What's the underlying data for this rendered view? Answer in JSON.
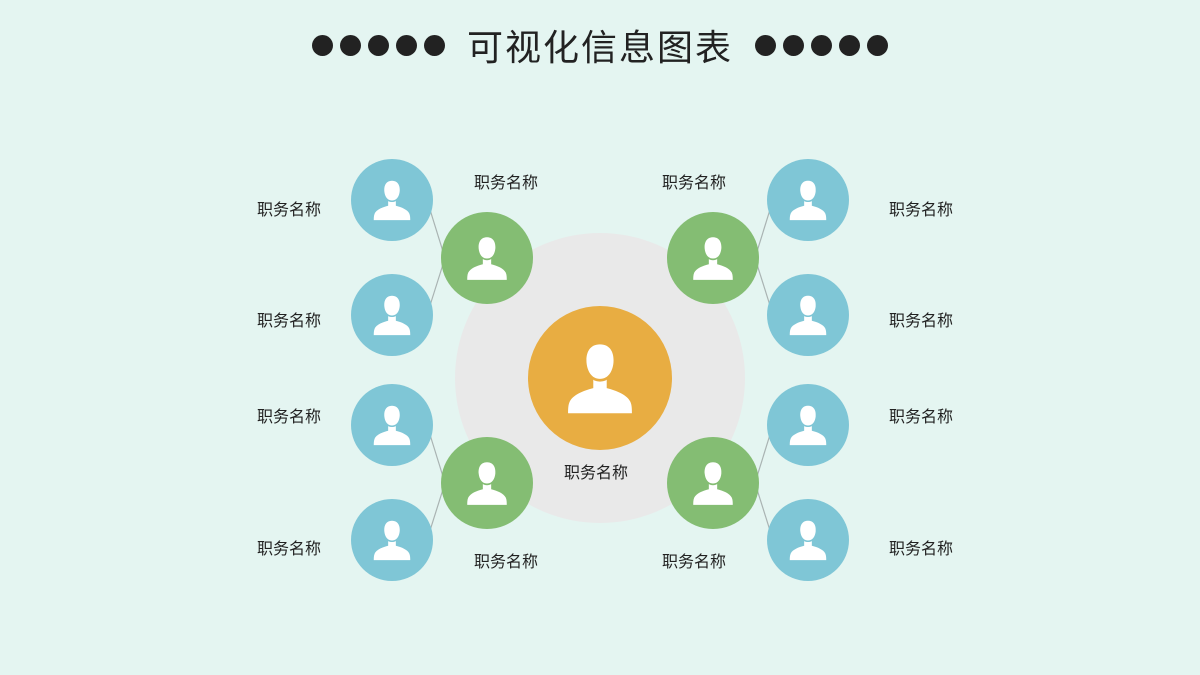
{
  "title": "可视化信息图表",
  "colors": {
    "background": "#e4f5f1",
    "center": "#e8ad42",
    "green": "#84bd73",
    "blue": "#7fc6d6",
    "halo": "#e9e9e9",
    "dots": "#222222"
  },
  "center_node": {
    "label": "职务名称",
    "icon": "person-icon"
  },
  "green_nodes": [
    {
      "label": "职务名称",
      "icon": "person-icon"
    },
    {
      "label": "职务名称",
      "icon": "person-icon"
    },
    {
      "label": "职务名称",
      "icon": "person-icon"
    },
    {
      "label": "职务名称",
      "icon": "person-icon"
    }
  ],
  "blue_nodes": [
    {
      "label": "职务名称",
      "icon": "person-icon"
    },
    {
      "label": "职务名称",
      "icon": "person-icon"
    },
    {
      "label": "职务名称",
      "icon": "person-icon"
    },
    {
      "label": "职务名称",
      "icon": "person-icon"
    },
    {
      "label": "职务名称",
      "icon": "person-icon"
    },
    {
      "label": "职务名称",
      "icon": "person-icon"
    },
    {
      "label": "职务名称",
      "icon": "person-icon"
    },
    {
      "label": "职务名称",
      "icon": "person-icon"
    }
  ]
}
